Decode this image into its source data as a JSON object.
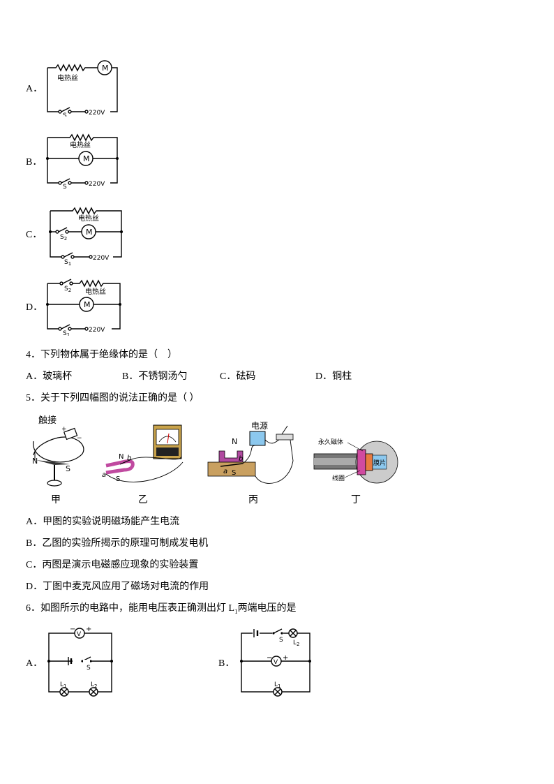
{
  "q3": {
    "options": [
      {
        "letter": "A．",
        "heater": "电热丝",
        "motor": "M",
        "switch": "S",
        "voltage": "220V"
      },
      {
        "letter": "B．",
        "heater": "电热丝",
        "motor": "M",
        "switch": "S",
        "voltage": "220V"
      },
      {
        "letter": "C．",
        "heater": "电热丝",
        "motor": "M",
        "switch_a": "S",
        "switch_a_sub": "2",
        "switch_b": "S",
        "switch_b_sub": "1",
        "voltage": "220V"
      },
      {
        "letter": "D．",
        "heater": "电热丝",
        "motor": "M",
        "switch_a": "S",
        "switch_a_sub": "2",
        "switch_b": "S",
        "switch_b_sub": "1",
        "voltage": "220V"
      }
    ]
  },
  "q4": {
    "stem": "4．下列物体属于绝缘体的是（　）",
    "options": [
      "A．玻璃杯",
      "B．不锈钢汤勺",
      "C．砝码",
      "D．铜柱"
    ]
  },
  "q5": {
    "stem": "5．关于下列四幅图的说法正确的是（ ）",
    "figures": {
      "jia": {
        "caption": "甲",
        "label_contact": "触接",
        "n": "N",
        "s": "S",
        "plus": "+",
        "minus": "−"
      },
      "yi": {
        "caption": "乙",
        "n": "N",
        "b": "b",
        "a": "a",
        "s": "S"
      },
      "bing": {
        "caption": "丙",
        "power": "电源",
        "n": "N",
        "b": "b",
        "a": "a",
        "s": "S"
      },
      "ding": {
        "caption": "丁",
        "magnet": "永久磁体",
        "coil": "线圈",
        "film": "膜片"
      }
    },
    "options": [
      "A．甲图的实验说明磁场能产生电流",
      "B．乙图的实验所揭示的原理可制成发电机",
      "C．丙图是演示电磁感应现象的实验装置",
      "D．丁图中麦克风应用了磁场对电流的作用"
    ]
  },
  "q6": {
    "stem_pre": "6．如图所示的电路中，能用电压表正确测出灯 L",
    "stem_sub": "1",
    "stem_post": "两端电压的是",
    "options": [
      {
        "letter": "A．",
        "meter": "V",
        "switch": "S",
        "lamp1": "L",
        "lamp1_sub": "1",
        "lamp2": "L",
        "lamp2_sub": "2"
      },
      {
        "letter": "B．",
        "meter": "V",
        "switch": "S",
        "lamp1": "L",
        "lamp1_sub": "1",
        "lamp2": "L",
        "lamp2_sub": "2"
      }
    ]
  }
}
